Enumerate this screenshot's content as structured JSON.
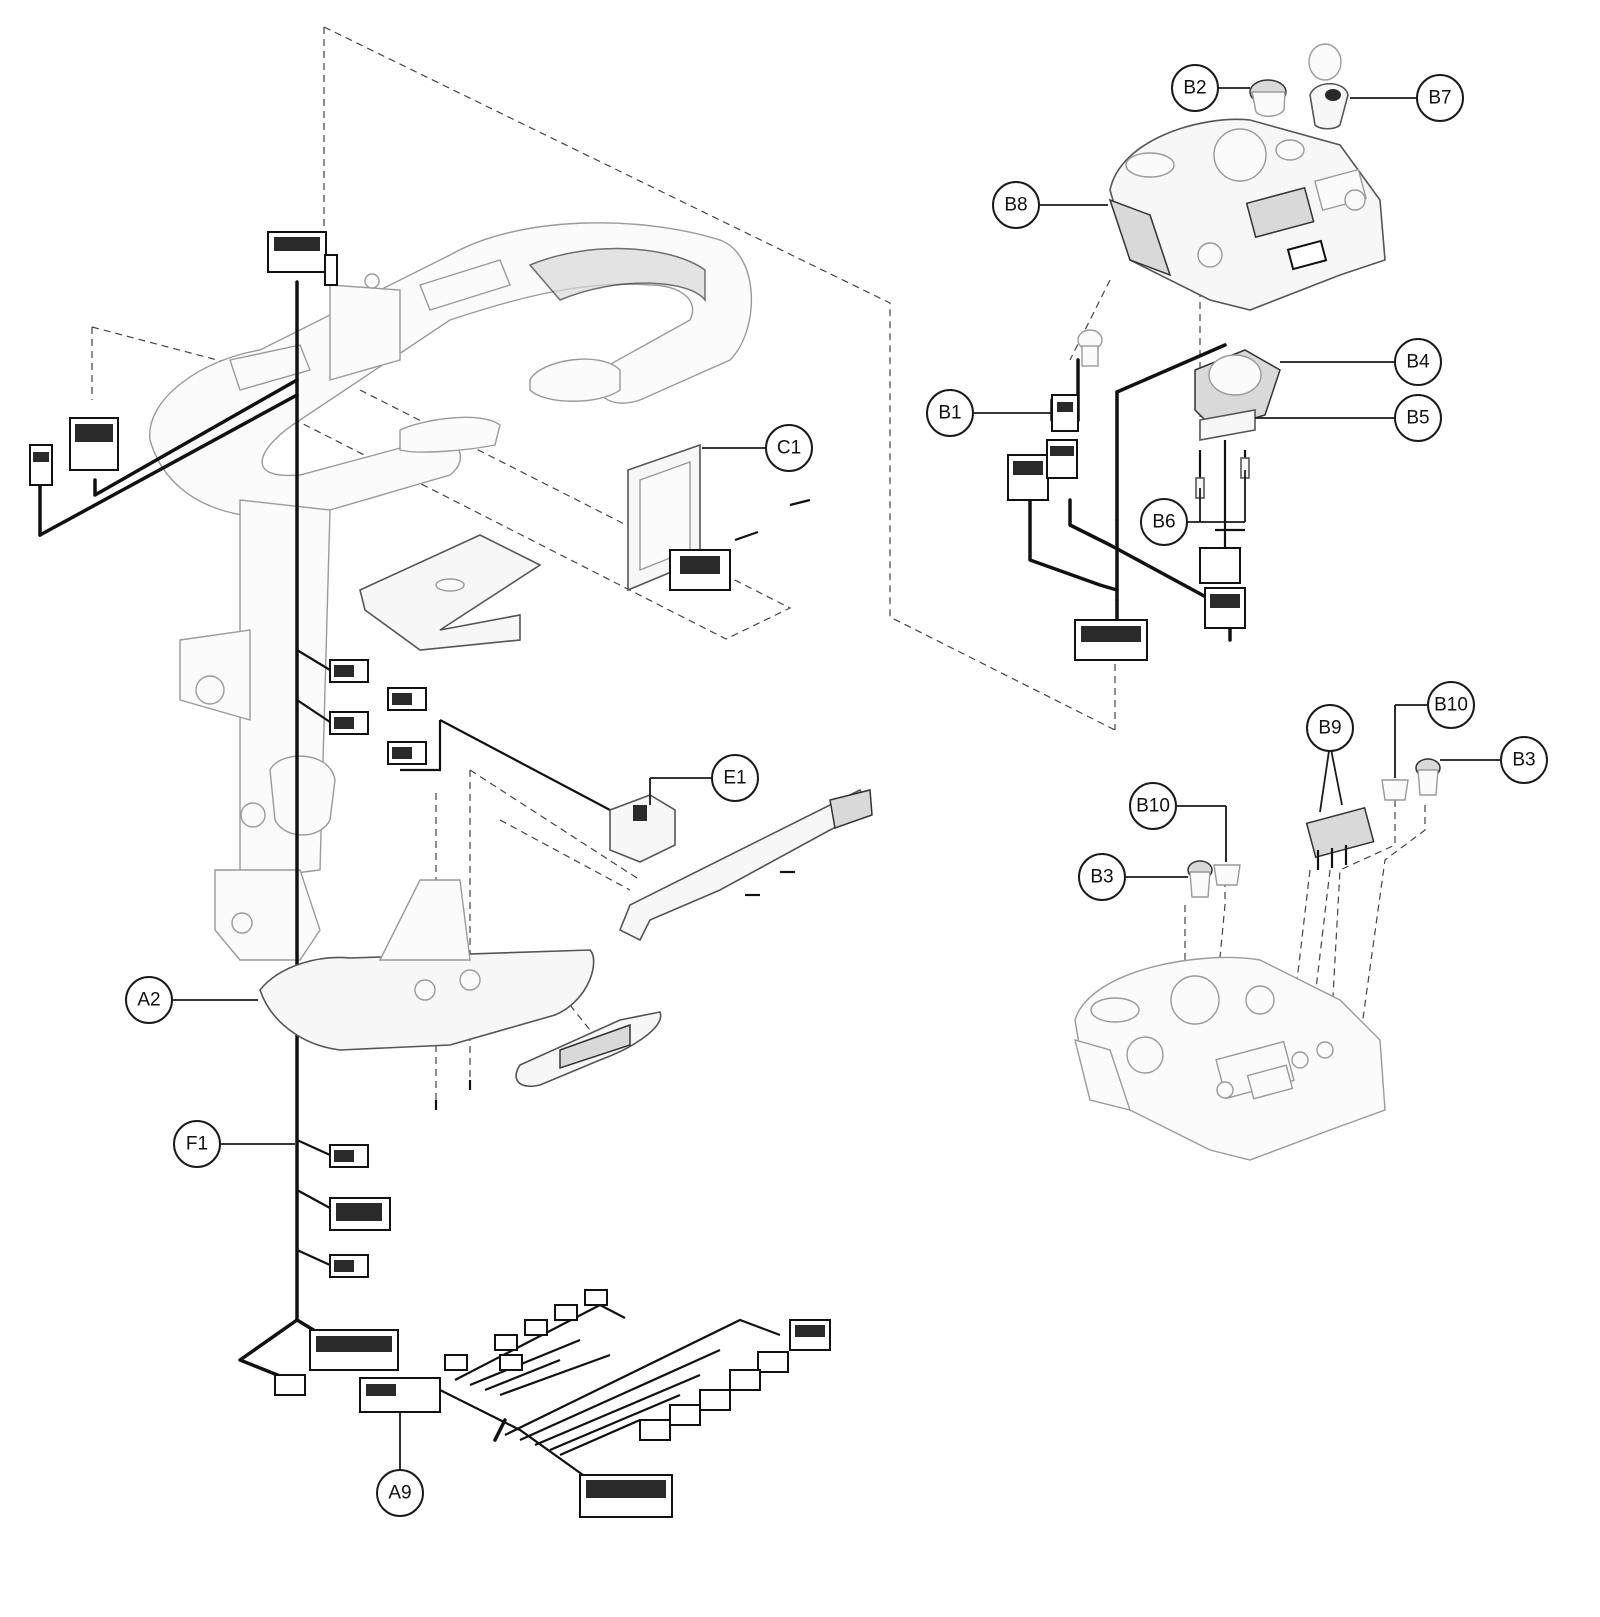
{
  "labels": {
    "b2": "B2",
    "b7": "B7",
    "b8": "B8",
    "b4": "B4",
    "b1": "B1",
    "b5": "B5",
    "b6": "B6",
    "c1": "C1",
    "e1": "E1",
    "b10_top": "B10",
    "b9": "B9",
    "b3_right": "B3",
    "b10_left": "B10",
    "b3_left": "B3",
    "a2": "A2",
    "f1": "F1",
    "a9": "A9"
  }
}
